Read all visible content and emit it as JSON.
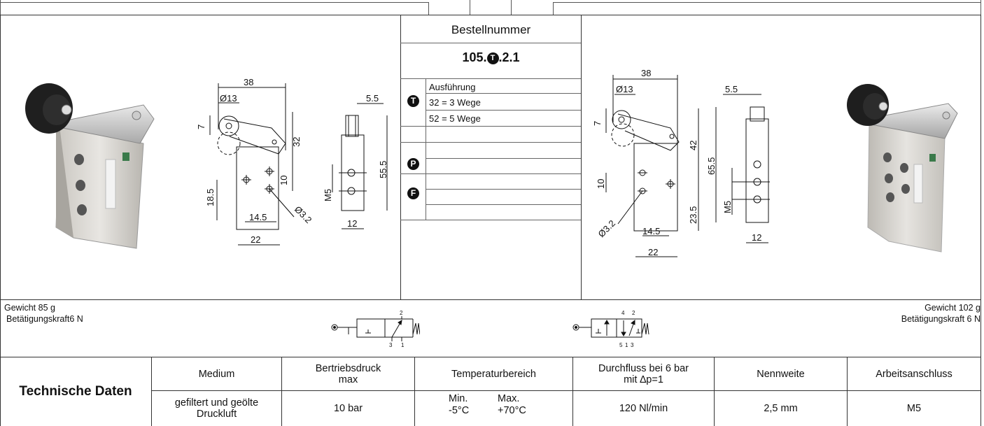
{
  "order": {
    "title": "Bestellnummer",
    "code_prefix": "105.",
    "code_badge": "T",
    "code_suffix": ".2.1",
    "sections": [
      {
        "badge": "T",
        "label": "Ausführung",
        "rows": [
          "32 = 3 Wege",
          "52 = 5 Wege"
        ]
      },
      {
        "badge": "P",
        "rows": [
          "",
          ""
        ]
      },
      {
        "badge": "F",
        "rows": [
          "",
          ""
        ]
      }
    ]
  },
  "left": {
    "weight": "Gewicht 85 g",
    "force": "Betätigungskraft6 N",
    "dims": {
      "d38": "38",
      "d13": "Ø13",
      "d32": "32",
      "d7": "7",
      "d10": "10",
      "d18": "18.5",
      "d145": "14.5",
      "d22": "22",
      "d32b": "Ø3.2",
      "d55": "5.5",
      "d555": "55.5",
      "m5": "M5",
      "d12": "12"
    },
    "ports": [
      "2",
      "3",
      "1"
    ]
  },
  "right": {
    "weight": "Gewicht 102 g",
    "force": "Betätigungskraft 6 N",
    "dims": {
      "d38": "38",
      "d13": "Ø13",
      "d42": "42",
      "d7": "7",
      "d10": "10",
      "d32b": "Ø3.2",
      "d235": "23.5",
      "d145": "14.5",
      "d22": "22",
      "d55": "5.5",
      "d655": "65.5",
      "m5": "M5",
      "d12": "12"
    },
    "ports": [
      "4",
      "2",
      "5",
      "1",
      "3"
    ]
  },
  "tech": {
    "heading": "Technische Daten",
    "headers": [
      "Medium",
      "Bertriebsdruck max",
      "Temperaturbereich",
      "Durchfluss bei 6 bar mit ∆p=1",
      "Nennweite",
      "Arbeitsanschluss"
    ],
    "values": {
      "medium": "gefiltert und geölte Druckluft",
      "pressure": "10 bar",
      "temp_min_label": "Min.",
      "temp_min": "-5°C",
      "temp_max_label": "Max.",
      "temp_max": "+70°C",
      "flow": "120 Nl/min",
      "nominal": "2,5 mm",
      "port": "M5"
    }
  }
}
